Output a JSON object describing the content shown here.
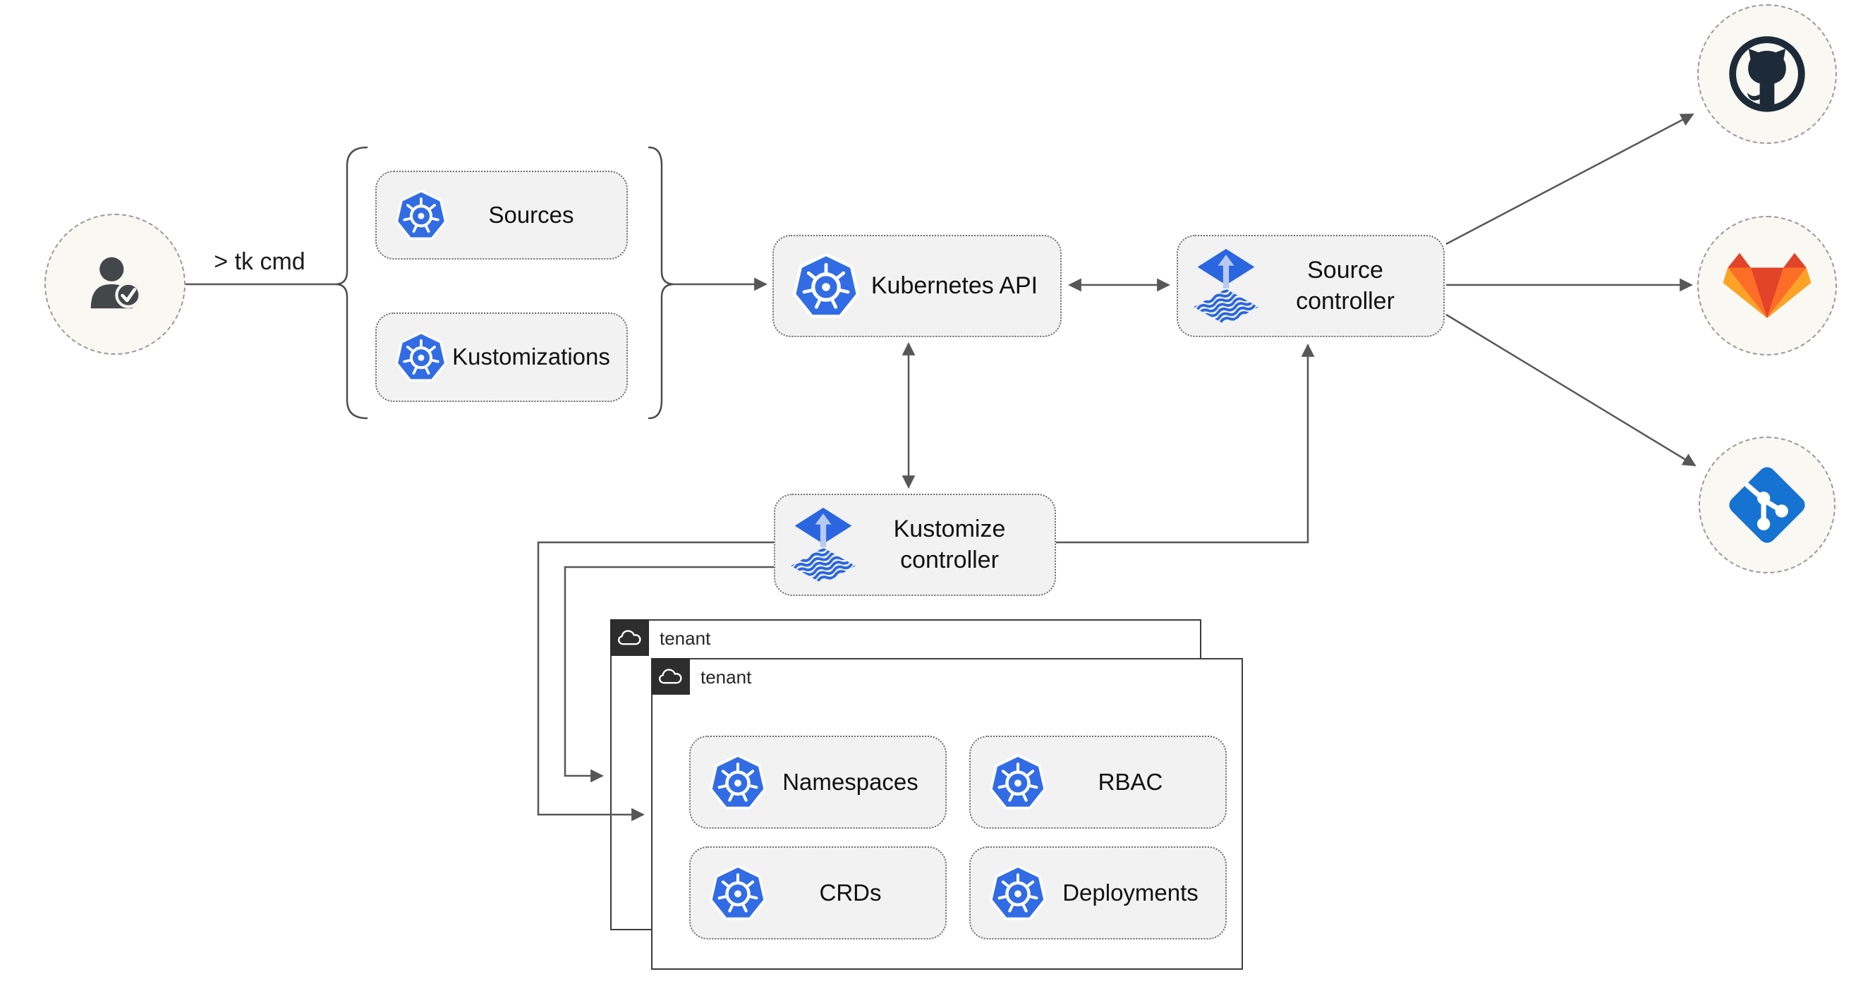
{
  "cli": {
    "command_label": "> tk cmd",
    "actor_icon": "user-check-icon"
  },
  "bracket_group": {
    "items": [
      {
        "label": "Sources",
        "icon": "kubernetes-icon"
      },
      {
        "label": "Kustomizations",
        "icon": "kubernetes-icon"
      }
    ]
  },
  "nodes": {
    "kubernetes_api": {
      "label": "Kubernetes API",
      "icon": "kubernetes-icon"
    },
    "source_controller": {
      "label": "Source controller",
      "icon": "flux-icon"
    },
    "kustomize_controller": {
      "label": "Kustomize controller",
      "icon": "flux-icon"
    }
  },
  "git_providers": [
    {
      "name": "GitHub",
      "icon": "github-icon"
    },
    {
      "name": "GitLab",
      "icon": "gitlab-icon"
    },
    {
      "name": "Git",
      "icon": "git-icon"
    }
  ],
  "tenant_windows": [
    {
      "title": "tenant",
      "icon": "cloud-icon"
    },
    {
      "title": "tenant",
      "icon": "cloud-icon"
    }
  ],
  "tenant_resources": [
    {
      "label": "Namespaces",
      "icon": "kubernetes-icon"
    },
    {
      "label": "RBAC",
      "icon": "kubernetes-icon"
    },
    {
      "label": "CRDs",
      "icon": "kubernetes-icon"
    },
    {
      "label": "Deployments",
      "icon": "kubernetes-icon"
    }
  ],
  "colors": {
    "k8s-blue": "#326ce5",
    "flux-blue": "#2a66e0",
    "flux-arrow": "#b9c9ef",
    "github-dark": "#1d2b38",
    "gitlab-red": "#e24329",
    "gitlab-orange": "#fc6d26",
    "gitlab-amber": "#fca326",
    "git-blue": "#1673d1",
    "line-gray": "#575757",
    "node-fill": "#f2f2f2",
    "circle-fill": "#faf8f3",
    "tab-dark": "#2d2d2d",
    "user-dark": "#43474a"
  }
}
